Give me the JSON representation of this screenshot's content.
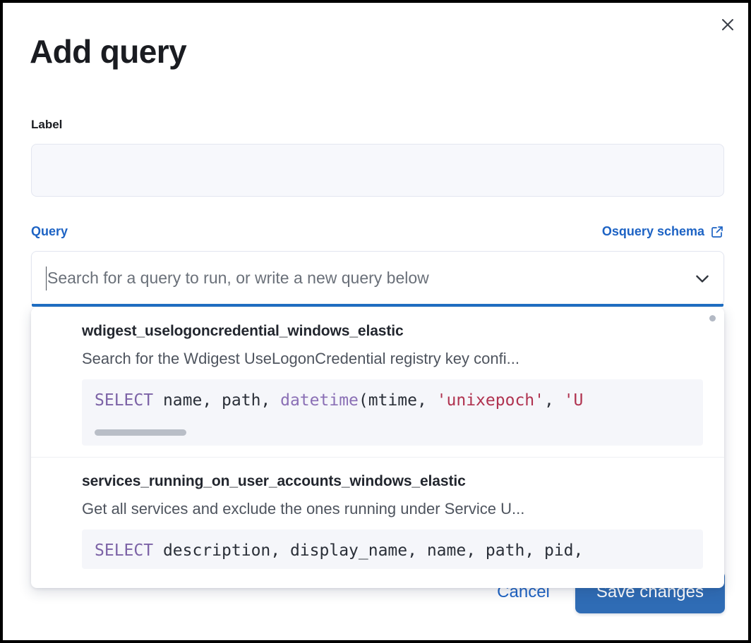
{
  "modal": {
    "title": "Add query",
    "close_icon": "close-icon"
  },
  "label_field": {
    "label": "Label",
    "value": "",
    "placeholder": ""
  },
  "query_field": {
    "label": "Query",
    "schema_link": "Osquery schema",
    "schema_link_icon": "external-link-icon",
    "combobox_value": "",
    "combobox_placeholder": "Search for a query to run, or write a new query below",
    "chevron_icon": "chevron-down-icon"
  },
  "dropdown": {
    "options": [
      {
        "title": "wdigest_uselogoncredential_windows_elastic",
        "description": "Search for the Wdigest UseLogonCredential registry key confi...",
        "code": [
          {
            "text": "SELECT",
            "type": "keyword"
          },
          {
            "text": " name, path, ",
            "type": "plain"
          },
          {
            "text": "datetime",
            "type": "function"
          },
          {
            "text": "(mtime, ",
            "type": "plain"
          },
          {
            "text": "'unixepoch'",
            "type": "string"
          },
          {
            "text": ", ",
            "type": "plain"
          },
          {
            "text": "'U",
            "type": "string"
          }
        ],
        "has_scrollbar": true
      },
      {
        "title": "services_running_on_user_accounts_windows_elastic",
        "description": "Get all services and exclude the ones running under Service U...",
        "code": [
          {
            "text": "SELECT",
            "type": "keyword"
          },
          {
            "text": " description, display_name, name, path, pid,",
            "type": "plain"
          }
        ],
        "has_scrollbar": false
      }
    ]
  },
  "footer": {
    "cancel_label": "Cancel",
    "save_label": "Save changes"
  },
  "colors": {
    "accent": "#1d63c4",
    "primary_button": "#2f6cb5",
    "focus_bar": "#1f6fc4",
    "keyword": "#7c62a6",
    "function": "#8a6fb5",
    "string": "#b0324f",
    "code_bg": "#f5f6fa",
    "input_bg": "#f7f8fc"
  }
}
